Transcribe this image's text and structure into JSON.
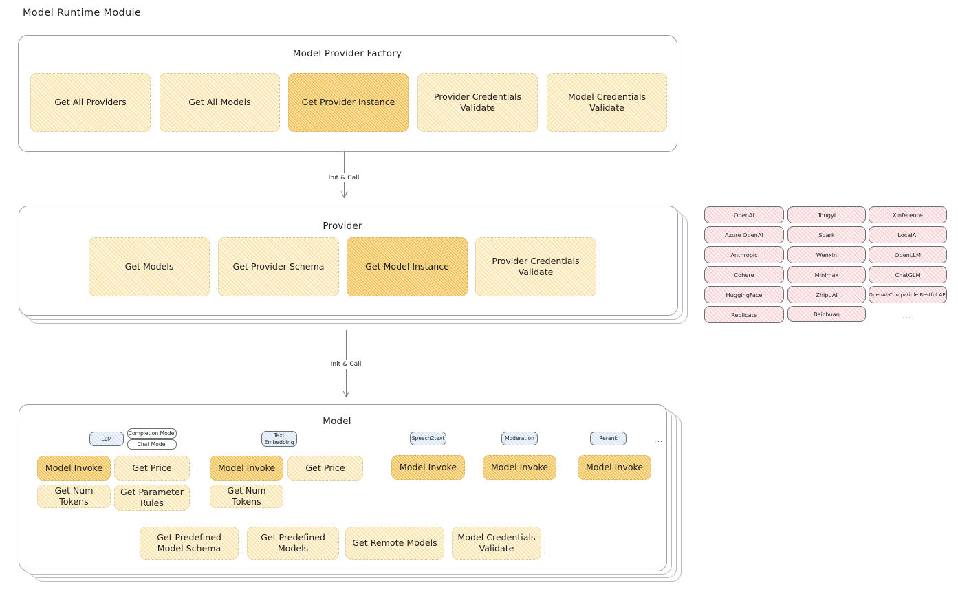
{
  "page": {
    "title": "Model Runtime Module",
    "ellipsis": "...",
    "colors": {
      "node_fill": "#fdf4db",
      "node_highlight_fill": "#fbe3a8",
      "node_border": "#d6c79a",
      "panel_border": "#9aa0a6",
      "chip_fill": "#fdeff0",
      "chip_border": "#6b6f73",
      "tag_fill": "#eef4fb",
      "text": "#1e1e1e"
    }
  },
  "factory": {
    "title": "Model Provider Factory",
    "nodes": [
      {
        "label": "Get All Providers",
        "highlight": false
      },
      {
        "label": "Get All Models",
        "highlight": false
      },
      {
        "label": "Get Provider Instance",
        "highlight": true
      },
      {
        "label": "Provider Credentials Validate",
        "highlight": false
      },
      {
        "label": "Model Credentials Validate",
        "highlight": false
      }
    ]
  },
  "arrow1": {
    "label": "Init & Call"
  },
  "provider": {
    "title": "Provider",
    "nodes": [
      {
        "label": "Get Models",
        "highlight": false
      },
      {
        "label": "Get Provider Schema",
        "highlight": false
      },
      {
        "label": "Get Model Instance",
        "highlight": true
      },
      {
        "label": "Provider Credentials Validate",
        "highlight": false
      }
    ]
  },
  "provider_list": {
    "column1": [
      "OpenAI",
      "Azure OpenAI",
      "Anthropic",
      "Cohere",
      "HuggingFace",
      "Replicate"
    ],
    "column2": [
      "Tongyi",
      "Spark",
      "Wenxin",
      "Minimax",
      "ZhipuAI",
      "Baichuan"
    ],
    "column3": [
      "Xinference",
      "LocalAI",
      "OpenLLM",
      "ChatGLM",
      "OpenAI-Compatible Restful API"
    ],
    "column3_more": "..."
  },
  "arrow2": {
    "label": "Init & Call"
  },
  "model": {
    "title": "Model",
    "more": "...",
    "groups": [
      {
        "tag": "LLM",
        "subtags": [
          "Completion Model",
          "Chat Model"
        ],
        "nodes": [
          {
            "label": "Model Invoke",
            "highlight": true
          },
          {
            "label": "Get Price",
            "highlight": false
          },
          {
            "label": "Get Num Tokens",
            "highlight": false
          },
          {
            "label": "Get Parameter Rules",
            "highlight": false
          }
        ]
      },
      {
        "tag": "Text Embedding",
        "subtags": [],
        "nodes": [
          {
            "label": "Model Invoke",
            "highlight": true
          },
          {
            "label": "Get Price",
            "highlight": false
          },
          {
            "label": "Get Num Tokens",
            "highlight": false
          }
        ]
      },
      {
        "tag": "Speech2text",
        "subtags": [],
        "nodes": [
          {
            "label": "Model Invoke",
            "highlight": true
          }
        ]
      },
      {
        "tag": "Moderation",
        "subtags": [],
        "nodes": [
          {
            "label": "Model Invoke",
            "highlight": true
          }
        ]
      },
      {
        "tag": "Rerank",
        "subtags": [],
        "nodes": [
          {
            "label": "Model Invoke",
            "highlight": true
          }
        ]
      }
    ],
    "common_nodes": [
      {
        "label": "Get Predefined Model Schema",
        "highlight": false
      },
      {
        "label": "Get Predefined Models",
        "highlight": false
      },
      {
        "label": "Get Remote Models",
        "highlight": false
      },
      {
        "label": "Model Credentials Validate",
        "highlight": false
      }
    ]
  }
}
